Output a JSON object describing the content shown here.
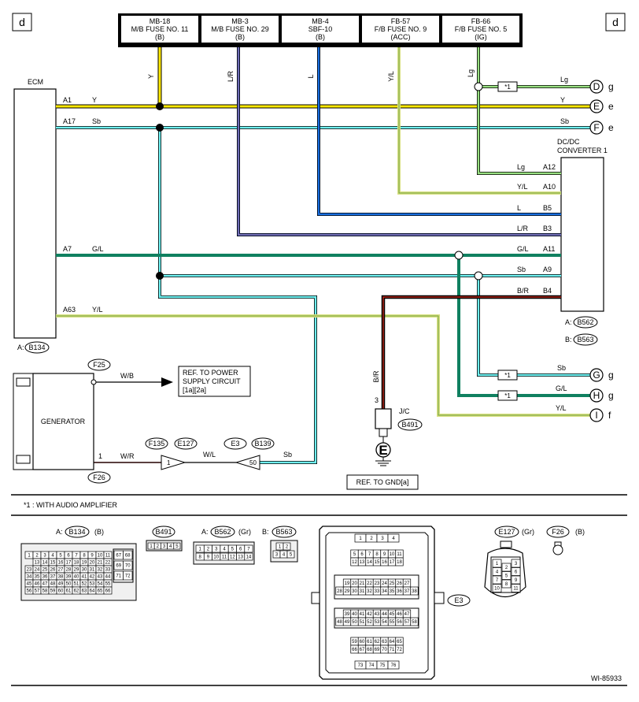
{
  "page": {
    "corner_left": "d",
    "corner_right": "d",
    "footnote_symbol": "*1",
    "footnote": "*1 : WITH AUDIO AMPLIFIER",
    "figure_id": "WI-85933",
    "asterisk": "*1"
  },
  "fuses": [
    {
      "l1": "MB-18",
      "l2": "M/B FUSE NO. 11",
      "l3": "(B)"
    },
    {
      "l1": "MB-3",
      "l2": "M/B FUSE NO. 29",
      "l3": "(B)"
    },
    {
      "l1": "MB-4",
      "l2": "SBF-10",
      "l3": "(B)"
    },
    {
      "l1": "FB-57",
      "l2": "F/B FUSE NO. 9",
      "l3": "(ACC)"
    },
    {
      "l1": "FB-66",
      "l2": "F/B FUSE NO. 5",
      "l3": "(IG)"
    }
  ],
  "wire_colors": {
    "y": "Y",
    "lr": "L/R",
    "l": "L",
    "yl": "Y/L",
    "lg": "Lg",
    "sb": "Sb",
    "gl": "G/L",
    "br": "B/R",
    "wb": "W/B",
    "wr": "W/R",
    "wl": "W/L"
  },
  "ecm": {
    "title": "ECM",
    "connector_prefix": "A:",
    "connector": "B134",
    "pins": [
      "A1",
      "A17",
      "A7",
      "A63"
    ],
    "pin_colors": [
      "Y",
      "Sb",
      "G/L",
      "Y/L"
    ]
  },
  "dcdc": {
    "title1": "DC/DC",
    "title2": "CONVERTER 1",
    "pins": [
      {
        "color": "Lg",
        "pin": "A12"
      },
      {
        "color": "Y/L",
        "pin": "A10"
      },
      {
        "color": "L",
        "pin": "B5"
      },
      {
        "color": "L/R",
        "pin": "B3"
      },
      {
        "color": "G/L",
        "pin": "A11"
      },
      {
        "color": "Sb",
        "pin": "A9"
      },
      {
        "color": "B/R",
        "pin": "B4"
      }
    ],
    "conn_a_prefix": "A:",
    "conn_a": "B562",
    "conn_b_prefix": "B:",
    "conn_b": "B563"
  },
  "terminals": [
    {
      "letter": "D",
      "sub": "g",
      "color": "Lg"
    },
    {
      "letter": "E",
      "sub": "e",
      "color": "Y"
    },
    {
      "letter": "F",
      "sub": "e",
      "color": "Sb"
    },
    {
      "letter": "G",
      "sub": "g",
      "color": "Sb"
    },
    {
      "letter": "H",
      "sub": "g",
      "color": "G/L"
    },
    {
      "letter": "I",
      "sub": "f",
      "color": "Y/L"
    }
  ],
  "generator": {
    "title": "GENERATOR",
    "conn_top": "F25",
    "conn_bottom": "F26",
    "pin": "1",
    "ref_l1": "REF. TO POWER",
    "ref_l2": "SUPPLY CIRCUIT",
    "ref_l3": "[1a][2a]"
  },
  "jc": {
    "pin": "3",
    "label": "J/C",
    "connector": "B491",
    "ground": "E",
    "ref": "REF. TO GND[a]"
  },
  "inline": {
    "f135": "F135",
    "e127": "E127",
    "e3": "E3",
    "b139": "B139",
    "pin1": "1",
    "pin50": "50"
  },
  "connector_views": {
    "b134_prefix": "A:",
    "b134": "B134",
    "b134_color": "(B)",
    "b134_rows": [
      [
        "1",
        "2",
        "3",
        "4",
        "5",
        "6",
        "7",
        "8",
        "9",
        "10",
        "11"
      ],
      [
        "13",
        "14",
        "15",
        "16",
        "17",
        "18",
        "19",
        "20",
        "21",
        "22"
      ],
      [
        "23",
        "24",
        "25",
        "26",
        "27",
        "28",
        "29",
        "30",
        "31",
        "32",
        "33"
      ],
      [
        "34",
        "35",
        "36",
        "37",
        "38",
        "39",
        "40",
        "41",
        "42",
        "43",
        "44"
      ],
      [
        "45",
        "46",
        "47",
        "48",
        "49",
        "50",
        "51",
        "52",
        "53",
        "54",
        "55"
      ],
      [
        "56",
        "57",
        "58",
        "59",
        "60",
        "61",
        "62",
        "63",
        "64",
        "65",
        "66"
      ]
    ],
    "b134_side": [
      [
        "67",
        "68"
      ],
      [
        "69",
        "70"
      ],
      [
        "71",
        "72"
      ]
    ],
    "b491": "B491",
    "b491_cells": [
      "1",
      "2",
      "3",
      "4",
      "5"
    ],
    "b562_prefix": "A:",
    "b562": "B562",
    "b562_color": "(Gr)",
    "b562_rows": [
      [
        "1",
        "2",
        "3",
        "4",
        "5",
        "6",
        "7"
      ],
      [
        "8",
        "9",
        "10",
        "11",
        "12",
        "13",
        "14"
      ]
    ],
    "b563_prefix": "B:",
    "b563": "B563",
    "b563_rows": [
      [
        "1",
        "2"
      ],
      [
        "3",
        "4",
        "5"
      ]
    ],
    "e3": "E3",
    "e3_rows": [
      [
        "1",
        "2",
        "3",
        "4"
      ],
      [
        "5",
        "6",
        "7",
        "8",
        "9",
        "10",
        "11"
      ],
      [
        "12",
        "13",
        "14",
        "15",
        "16",
        "17",
        "18"
      ],
      [
        "19",
        "20",
        "21",
        "22",
        "23",
        "24",
        "25",
        "26",
        "27"
      ],
      [
        "28",
        "29",
        "30",
        "31",
        "32",
        "33",
        "34",
        "35",
        "36",
        "37",
        "38"
      ],
      [
        "39",
        "40",
        "41",
        "42",
        "43",
        "44",
        "45",
        "46",
        "47"
      ],
      [
        "48",
        "49",
        "50",
        "51",
        "52",
        "53",
        "54",
        "55",
        "56",
        "57",
        "58"
      ],
      [
        "59",
        "60",
        "61",
        "62",
        "63",
        "64",
        "65"
      ],
      [
        "66",
        "67",
        "68",
        "69",
        "70",
        "71",
        "72"
      ],
      [
        "73",
        "74",
        "75",
        "76"
      ]
    ],
    "e127": "E127",
    "e127_color": "(Gr)",
    "e127_left": [
      "1",
      "4",
      "7",
      "10"
    ],
    "e127_mid": [
      "2",
      "5",
      "8"
    ],
    "e127_right": [
      "3",
      "6",
      "9",
      "11"
    ],
    "f26": "F26",
    "f26_color": "(B)"
  }
}
